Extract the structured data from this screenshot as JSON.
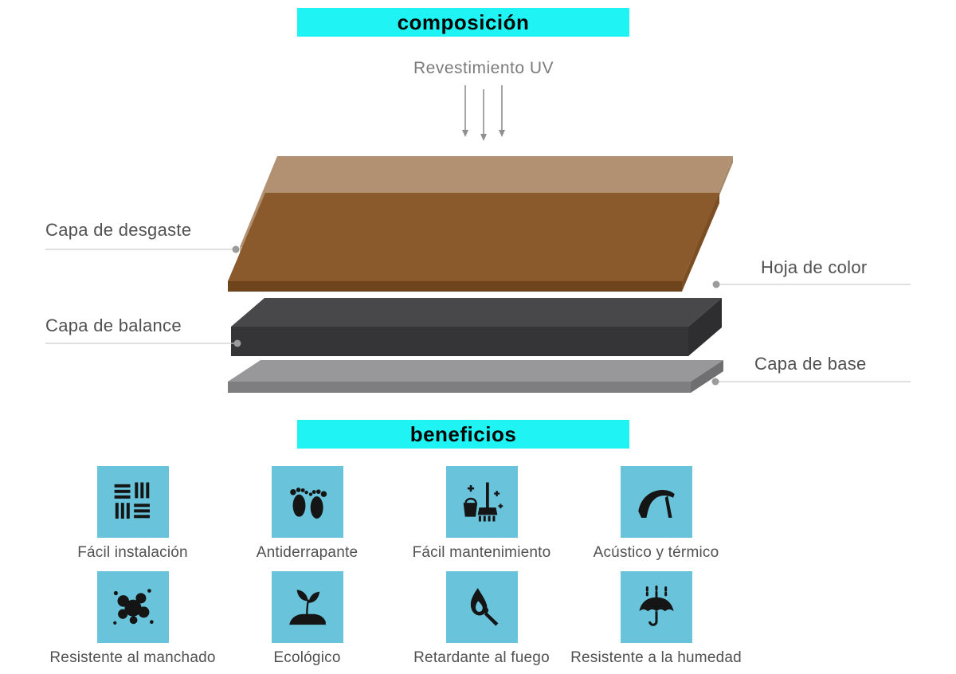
{
  "composition": {
    "title": "composición",
    "uv_label": "Revestimiento UV",
    "layers": {
      "wear": "Capa de desgaste",
      "color": "Hoja de color",
      "balance": "Capa de balance",
      "base": "Capa de base"
    }
  },
  "benefits": {
    "title": "beneficios",
    "items": [
      {
        "label": "Fácil instalación",
        "icon": "parquet-icon"
      },
      {
        "label": "Antiderrapante",
        "icon": "feet-icon"
      },
      {
        "label": "Fácil mantenimiento",
        "icon": "mop-bucket-icon"
      },
      {
        "label": "Acústico y térmico",
        "icon": "high-heel-icon"
      },
      {
        "label": "Resistente al manchado",
        "icon": "splash-icon"
      },
      {
        "label": "Ecológico",
        "icon": "hand-plant-icon"
      },
      {
        "label": "Retardante al fuego",
        "icon": "match-flame-icon"
      },
      {
        "label": "Resistente a la humedad",
        "icon": "umbrella-rain-icon"
      }
    ]
  },
  "colors": {
    "banner_cyan": "#1FF3F3",
    "tile_blue": "#69C3DA",
    "icon_black": "#151515",
    "label_gray": "#515151",
    "soft_gray": "#7B7B7B",
    "line_gray": "#CDCDCD",
    "dot_gray": "#9B9B9B",
    "arrow_gray": "#8F8F8F",
    "wear_top": "#B29173",
    "wear_front": "#C9B196",
    "wear_side": "#A78A6C",
    "sheet_top": "#8A5A2C",
    "sheet_front": "#6E441D",
    "sheet_side": "#7C4E23",
    "balance_top": "#48484A",
    "balance_front": "#353537",
    "balance_side": "#2E2E30",
    "base_top": "#98989A",
    "base_front": "#7E7E80",
    "base_side": "#6F6F71"
  }
}
